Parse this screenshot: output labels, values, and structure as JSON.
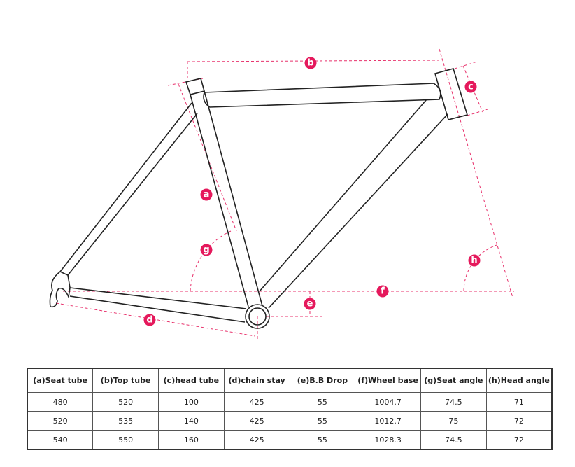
{
  "labels": {
    "a": "a",
    "b": "b",
    "c": "c",
    "d": "d",
    "e": "e",
    "f": "f",
    "g": "g",
    "h": "h"
  },
  "table": {
    "headers": [
      "(a)Seat tube",
      "(b)Top tube",
      "(c)head tube",
      "(d)chain stay",
      "(e)B.B Drop",
      "(f)Wheel base",
      "(g)Seat angle",
      "(h)Head angle"
    ],
    "rows": [
      [
        "480",
        "520",
        "100",
        "425",
        "55",
        "1004.7",
        "74.5",
        "71"
      ],
      [
        "520",
        "535",
        "140",
        "425",
        "55",
        "1012.7",
        "75",
        "72"
      ],
      [
        "540",
        "550",
        "160",
        "425",
        "55",
        "1028.3",
        "74.5",
        "72"
      ]
    ]
  }
}
